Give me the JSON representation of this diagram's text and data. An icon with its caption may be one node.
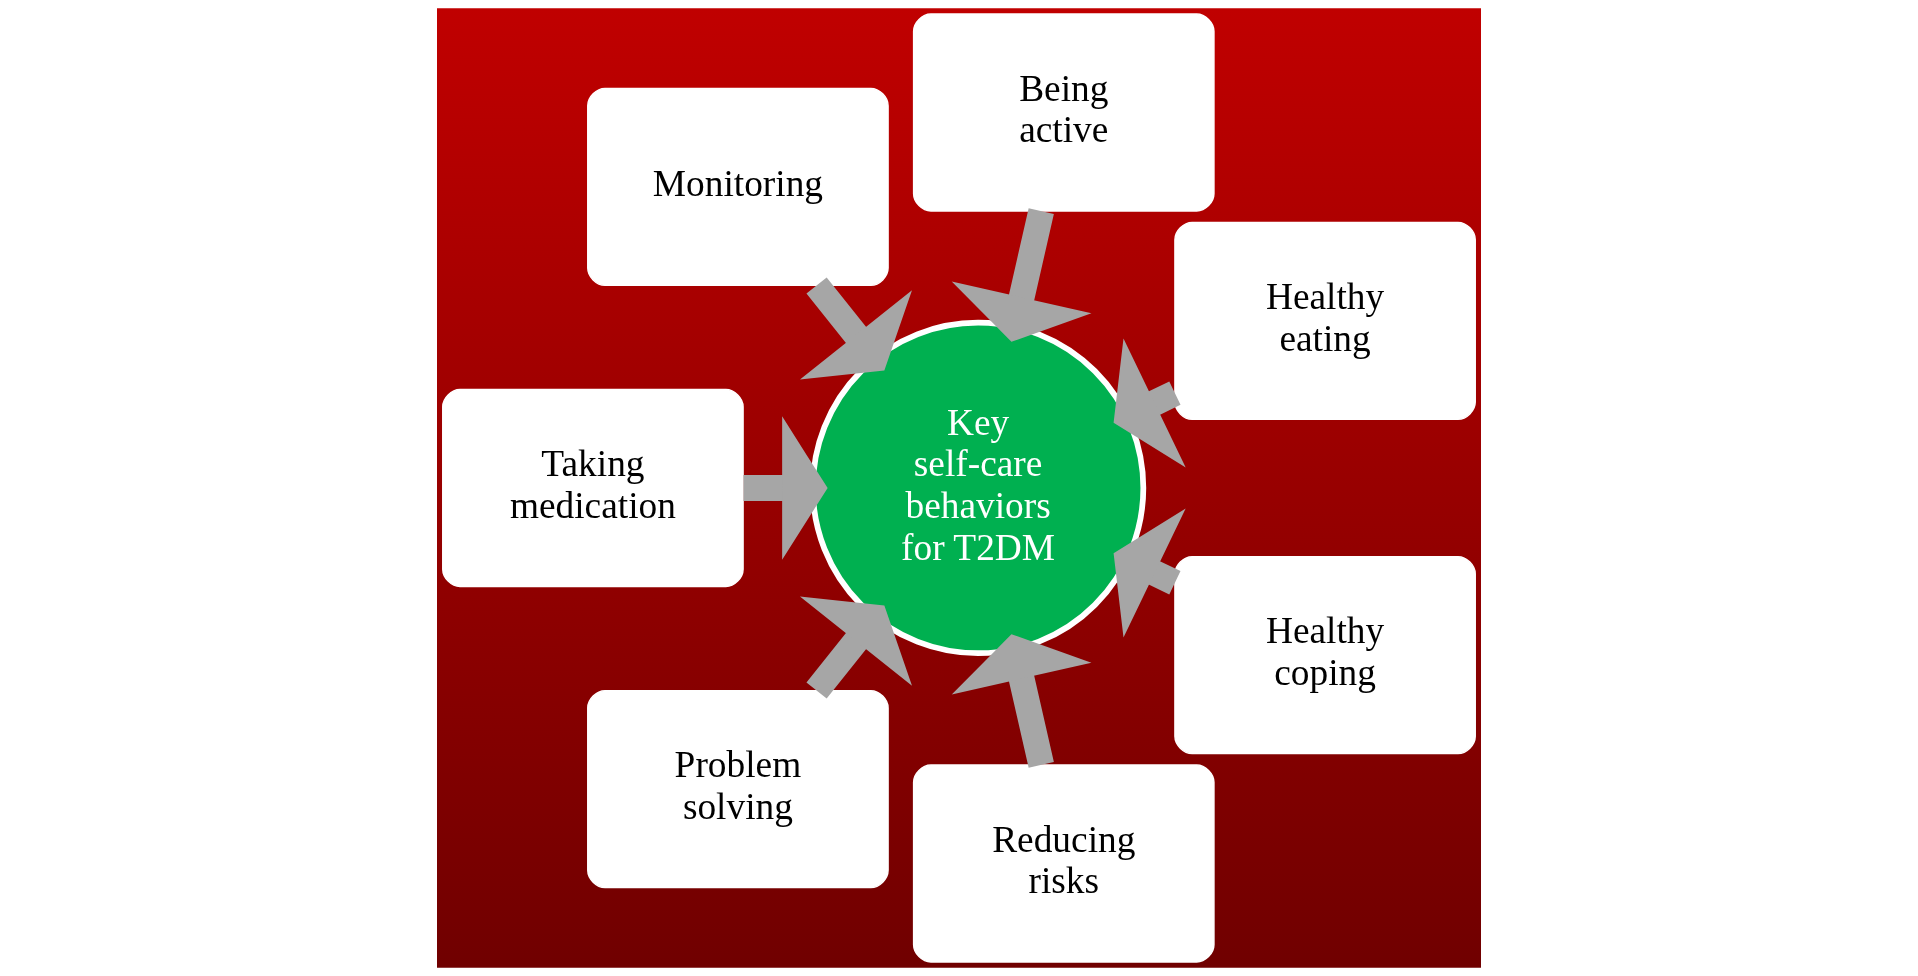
{
  "diagram": {
    "nodes": [
      {
        "text": [
          "Healthy eating"
        ]
      },
      {
        "text": [
          "Being active"
        ]
      },
      {
        "text": [
          "Monitoring"
        ]
      },
      {
        "text": [
          "Taking medication"
        ]
      },
      {
        "text": [
          "Problem solving"
        ]
      },
      {
        "text": [
          "Reducing risks"
        ]
      },
      {
        "text": [
          "Healthy coping"
        ]
      },
      {
        "text": [
          "Key self-care behaviors for T2DM"
        ]
      }
    ],
    "edges": [
      {
        "from": 0,
        "to": 7,
        "arrow": "to"
      },
      {
        "from": 1,
        "to": 7,
        "arrow": "to"
      },
      {
        "from": 2,
        "to": 7,
        "arrow": "to"
      },
      {
        "from": 3,
        "to": 7,
        "arrow": "to"
      },
      {
        "from": 4,
        "to": 7,
        "arrow": "to"
      },
      {
        "from": 5,
        "to": 7,
        "arrow": "to"
      },
      {
        "from": 6,
        "to": 7,
        "arrow": "to"
      }
    ]
  }
}
